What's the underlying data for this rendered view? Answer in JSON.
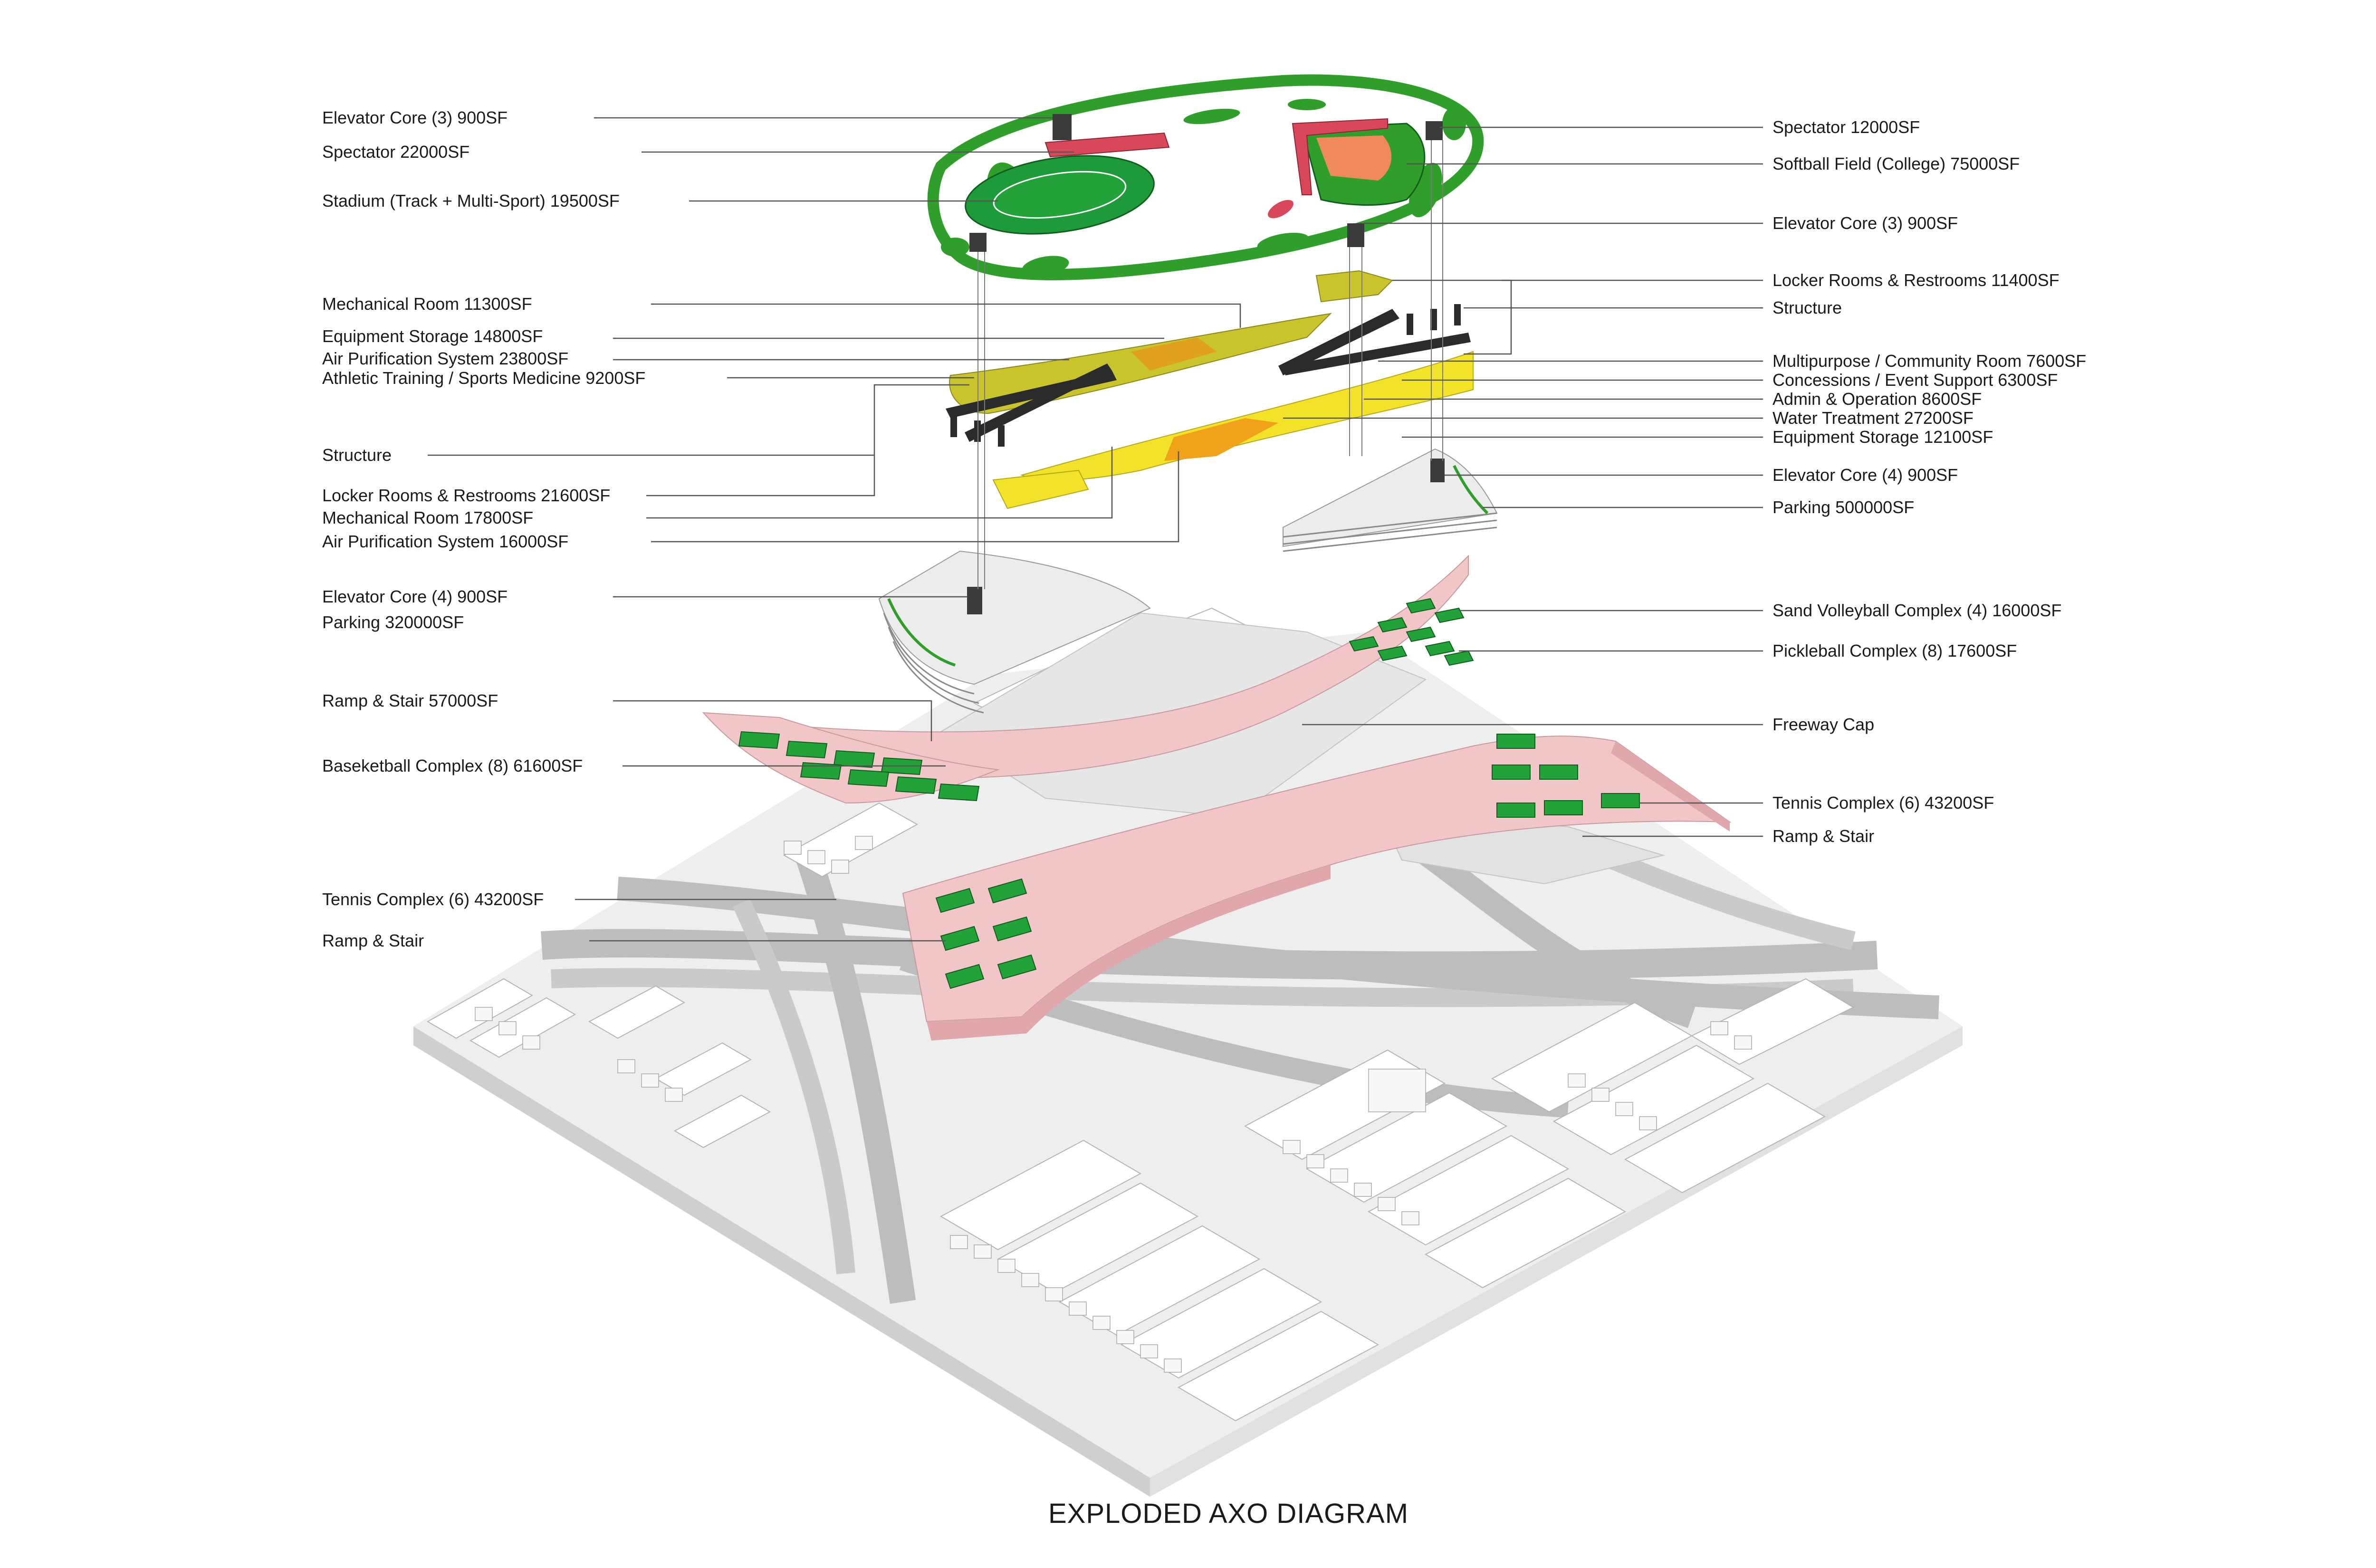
{
  "title": "EXPLODED AXO DIAGRAM",
  "labels_left": [
    "Elevator Core (3)  900SF",
    "Spectator  22000SF",
    "Stadium (Track + Multi-Sport)  19500SF",
    "Mechanical Room  11300SF",
    "Equipment Storage  14800SF",
    "Air Purification System  23800SF",
    "Athletic Training / Sports Medicine  9200SF",
    "Structure",
    "Locker Rooms & Restrooms  21600SF",
    "Mechanical Room  17800SF",
    "Air Purification System  16000SF",
    "Elevator Core (4)  900SF",
    "Parking  320000SF",
    "Ramp & Stair  57000SF",
    "Baseketball Complex (8)  61600SF",
    "Tennis Complex (6)  43200SF",
    "Ramp & Stair"
  ],
  "labels_right": [
    "Spectator  12000SF",
    "Softball Field (College)  75000SF",
    "Elevator Core (3)  900SF",
    "Locker Rooms & Restrooms  11400SF",
    "Structure",
    "Multipurpose / Community Room  7600SF",
    "Concessions / Event Support 6300SF",
    "Admin & Operation 8600SF",
    "Water Treatment  27200SF",
    "Equipment Storage  12100SF",
    "Elevator Core (4)  900SF",
    "Parking  500000SF",
    "Sand Volleyball Complex (4)  16000SF",
    "Pickleball Complex (8)  17600SF",
    "Freeway Cap",
    "Tennis Complex (6) 43200SF",
    "Ramp & Stair"
  ],
  "colors": {
    "field_green": "#1f9a3a",
    "landscape_green": "#2f9e2a",
    "spectator_red": "#d8485a",
    "softball_orange": "#f08a5a",
    "program_yellow": "#f2e22a",
    "program_dark_yellow": "#c9c32c",
    "program_orange": "#f0a21a",
    "freeway_cap_pink": "#f2c6c8",
    "structure_dark": "#2b2b2b",
    "massing_gray": "#d9d9d9"
  }
}
